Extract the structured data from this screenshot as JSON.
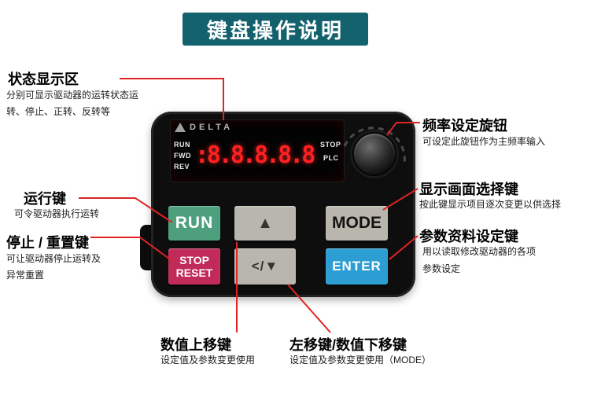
{
  "banner": {
    "title": "键盘操作说明"
  },
  "callouts": {
    "status_display": {
      "title": "状态显示区",
      "desc1": "分别可显示驱动器的运转状态运",
      "desc2": "转、停止、正转、反转等"
    },
    "run_key": {
      "title": "运行键",
      "desc1": "可令驱动器执行运转"
    },
    "stop_reset_key": {
      "title": "停止 / 重置键",
      "desc1": "可让驱动器停止运转及",
      "desc2": "异常重置"
    },
    "freq_knob": {
      "title": "频率设定旋钮",
      "desc1": "可设定此旋钮作为主频率输入"
    },
    "display_select_key": {
      "title": "显示画面选择键",
      "desc1": "按此键显示项目逐次变更以供选择"
    },
    "param_set_key": {
      "title": "参数资料设定键",
      "desc1": "用以读取修改驱动器的各项",
      "desc2": "参数设定"
    },
    "value_up_key": {
      "title": "数值上移键",
      "desc1": "设定值及参数变更使用"
    },
    "left_value_down_key": {
      "title": "左移键/数值下移键",
      "desc1": "设定值及参数变更使用（MODE）"
    }
  },
  "device": {
    "brand": "DELTA",
    "display": {
      "digits": ":8.8.8.8.8",
      "left_labels": [
        "RUN",
        "FWD",
        "REV"
      ],
      "right_labels": [
        "STOP",
        "PLC"
      ]
    },
    "buttons": {
      "run": "RUN",
      "up": "▲",
      "mode": "MODE",
      "stop1": "STOP",
      "stop2": "RESET",
      "left_down": "</▼",
      "enter": "ENTER"
    }
  },
  "colors": {
    "banner_bg": "#14616e",
    "callout_line": "#e02424",
    "run_button": "#4d9f7e",
    "stop_button": "#c12b59",
    "enter_button": "#2d9ed3",
    "gray_button": "#b9b7ad",
    "digit_red": "#ff2020"
  }
}
